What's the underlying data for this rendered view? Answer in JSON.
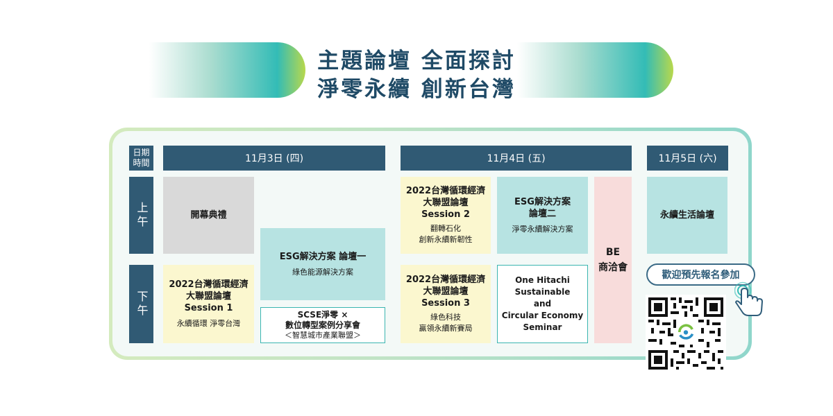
{
  "title": {
    "line1": "主題論壇 全面探討",
    "line2": "淨零永續 創新台灣"
  },
  "table": {
    "corner_label_line1": "日期",
    "corner_label_line2": "時間",
    "days": [
      "11月3日 (四)",
      "11月4日 (五)",
      "11月5日 (六)"
    ],
    "am_label": "上午",
    "pm_label": "下午"
  },
  "sessions": {
    "opening": {
      "title": "開幕典禮"
    },
    "esg_forum1": {
      "title": "ESG解決方案 論壇一",
      "subtitle": "綠色能源解決方案"
    },
    "circular_s1": {
      "title_lines": [
        "2022台灣循環經濟",
        "大聯盟論壇",
        "Session 1"
      ],
      "subtitle": "永續循環 淨零台灣"
    },
    "scse": {
      "title_lines": [
        "SCSE淨零 ×",
        "數位轉型案例分享會"
      ],
      "subtitle": "＜智慧城市產業聯盟＞"
    },
    "circular_s2": {
      "title_lines": [
        "2022台灣循環經濟",
        "大聯盟論壇",
        "Session 2"
      ],
      "subtitle_lines": [
        "翻轉石化",
        "創新永續新韌性"
      ]
    },
    "esg_forum2": {
      "title_lines": [
        "ESG解決方案",
        "論壇二"
      ],
      "subtitle": "淨零永續解決方案"
    },
    "circular_s3": {
      "title_lines": [
        "2022台灣循環經濟",
        "大聯盟論壇",
        "Session 3"
      ],
      "subtitle_lines": [
        "綠色科技",
        "贏領永續新賽局"
      ]
    },
    "hitachi": {
      "title_lines": [
        "One Hitachi",
        "Sustainable",
        "and",
        "Circular Economy",
        "Seminar"
      ]
    },
    "be": {
      "title_lines": [
        "BE",
        "商洽會"
      ]
    },
    "living_forum": {
      "title": "永續生活論壇"
    }
  },
  "register": {
    "label": "歡迎預先報名參加"
  },
  "icons": [
    "qr-code-icon",
    "pointing-hand-icon"
  ],
  "colors": {
    "navy": "#305a74",
    "teal": "#3ab5b0",
    "lime": "#b6d94a",
    "yellow": "#fbf7cf",
    "pink": "#f8dcdb"
  }
}
